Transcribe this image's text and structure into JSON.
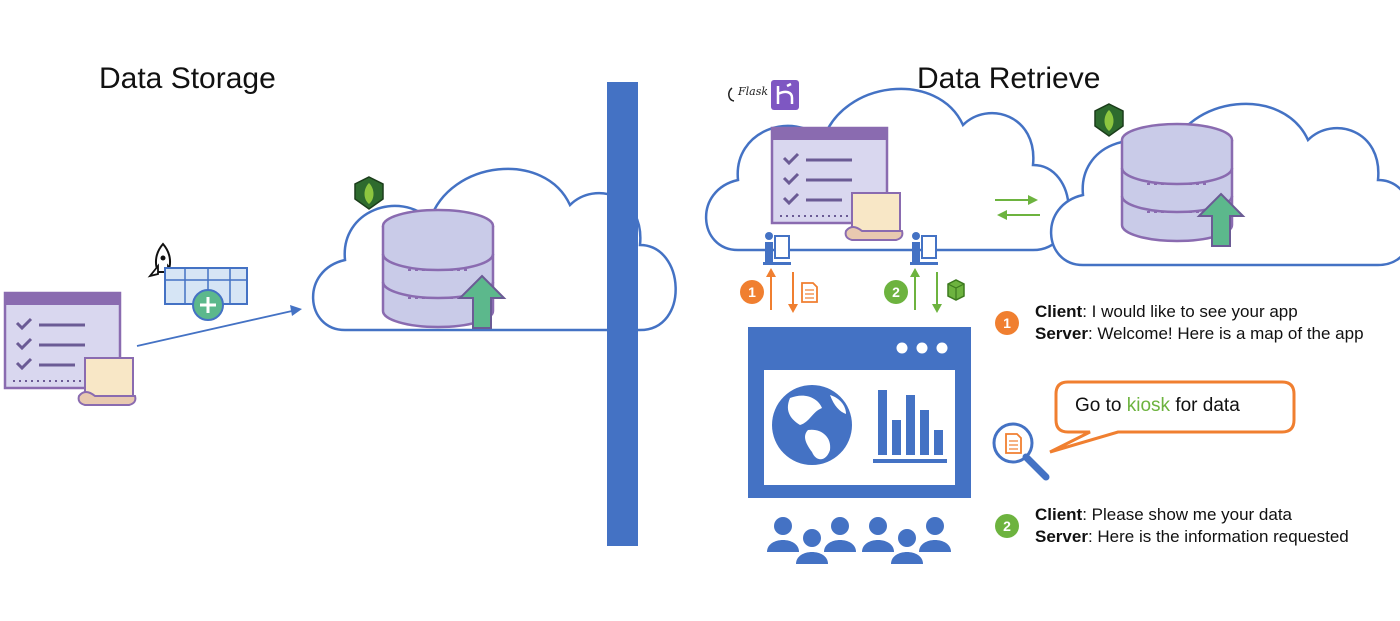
{
  "left": {
    "title": "Data Storage"
  },
  "right": {
    "title": "Data Retrieve",
    "flask_label": "Flask"
  },
  "badges": [
    "1",
    "2"
  ],
  "messages": [
    {
      "badge": "1",
      "color": "#f07f30",
      "lines": [
        {
          "role": "Client",
          "text": ": I would like to see your app"
        },
        {
          "role": "Server",
          "text": ": Welcome! Here is a map of the app"
        }
      ]
    },
    {
      "badge": "2",
      "color": "#6db33f",
      "lines": [
        {
          "role": "Client",
          "text": ": Please show me your data"
        },
        {
          "role": "Server",
          "text": ": Here is the information requested"
        }
      ]
    }
  ],
  "bubble": {
    "pre": "Go to ",
    "highlight": "kiosk",
    "post": " for data",
    "highlight_color": "#6db33f"
  },
  "colors": {
    "accent_blue": "#4472c4",
    "orange": "#f07f30",
    "green": "#6db33f",
    "purple": "#7e57c2"
  },
  "icons": [
    "rocket-icon",
    "mongodb-leaf-icon",
    "flask-logo-icon",
    "heroku-logo-icon",
    "database-icon",
    "upload-arrow-icon",
    "document-icon",
    "package-icon",
    "globe-icon",
    "bar-chart-icon",
    "magnifier-icon",
    "users-icon",
    "kiosk-icon"
  ]
}
